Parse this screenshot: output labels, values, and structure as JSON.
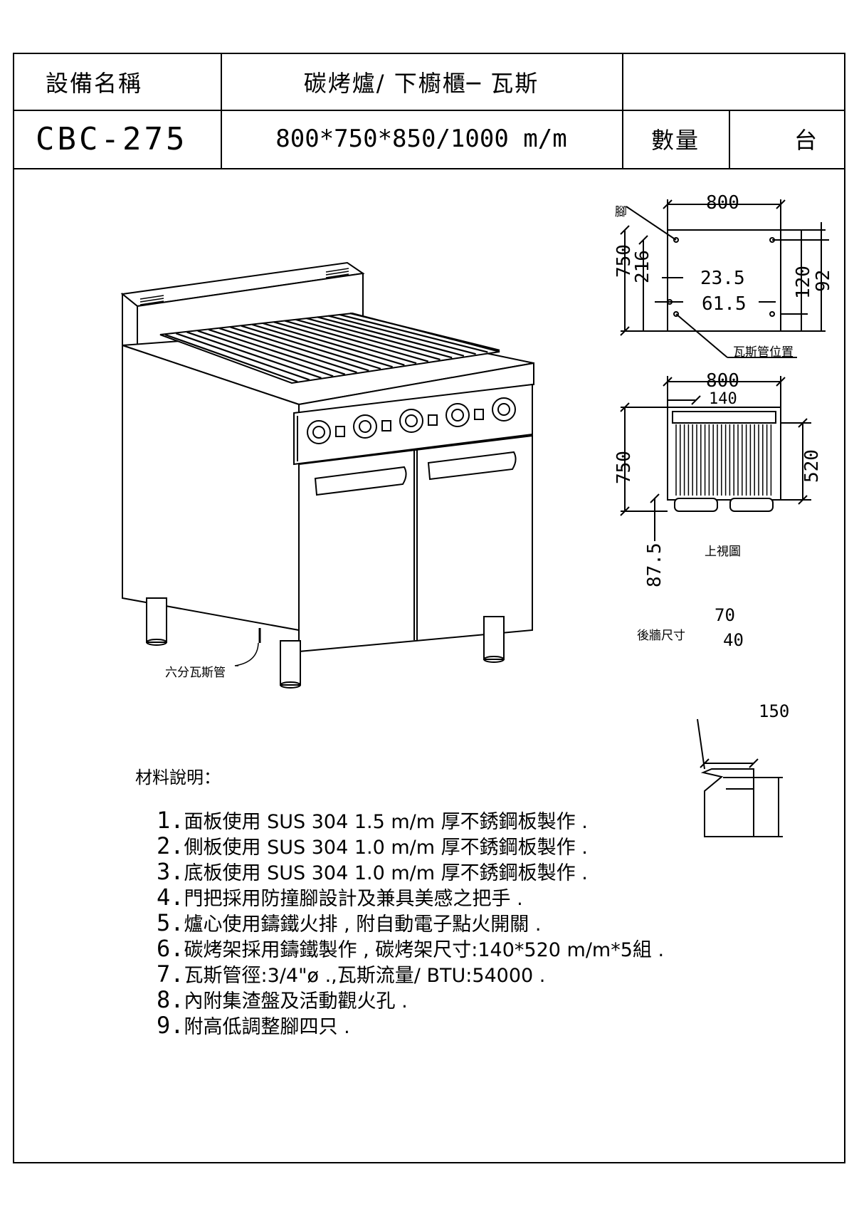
{
  "header": {
    "name_label": "設備名稱",
    "name_value": "碳烤爐/ 下櫥櫃─ 瓦斯",
    "model": "CBC-275",
    "size": "800*750*850/1000 m/m",
    "qty_label": "數量",
    "qty_unit": "台"
  },
  "drawing": {
    "pipe_label": "六分瓦斯管",
    "rear_view": {
      "leg_label": "腳",
      "gas_label": "瓦斯管位置",
      "width": "800",
      "depth": "750",
      "d216": "216",
      "d235": "23.5",
      "d615": "61.5",
      "d120": "120",
      "d92": "92"
    },
    "top_view": {
      "title": "上視圖",
      "width": "800",
      "depth": "750",
      "grill_w": "140",
      "grill_d": "520",
      "offset": "87.5"
    },
    "back_splash": {
      "label": "後牆尺寸",
      "w70": "70",
      "w40": "40",
      "h150": "150"
    }
  },
  "notes": {
    "title": "材料說明：",
    "items": [
      {
        "num": "1",
        "text": "面板使用 SUS 304 1.5 m/m 厚不銹鋼板製作 ."
      },
      {
        "num": "2",
        "text": "側板使用 SUS 304 1.0 m/m 厚不銹鋼板製作 ."
      },
      {
        "num": "3",
        "text": "底板使用 SUS 304 1.0 m/m 厚不銹鋼板製作 ."
      },
      {
        "num": "4",
        "text": "門把採用防撞腳設計及兼具美感之把手 ."
      },
      {
        "num": "5",
        "text": "爐心使用鑄鐵火排 , 附自動電子點火開關 ."
      },
      {
        "num": "6",
        "text": "碳烤架採用鑄鐵製作 , 碳烤架尺寸:140*520 m/m*5組 ."
      },
      {
        "num": "7",
        "text": "瓦斯管徑:3/4\"ø .,瓦斯流量/ BTU:54000 ."
      },
      {
        "num": "8",
        "text": "內附集渣盤及活動觀火孔 ."
      },
      {
        "num": "9",
        "text": "附高低調整腳四只 ."
      }
    ]
  }
}
